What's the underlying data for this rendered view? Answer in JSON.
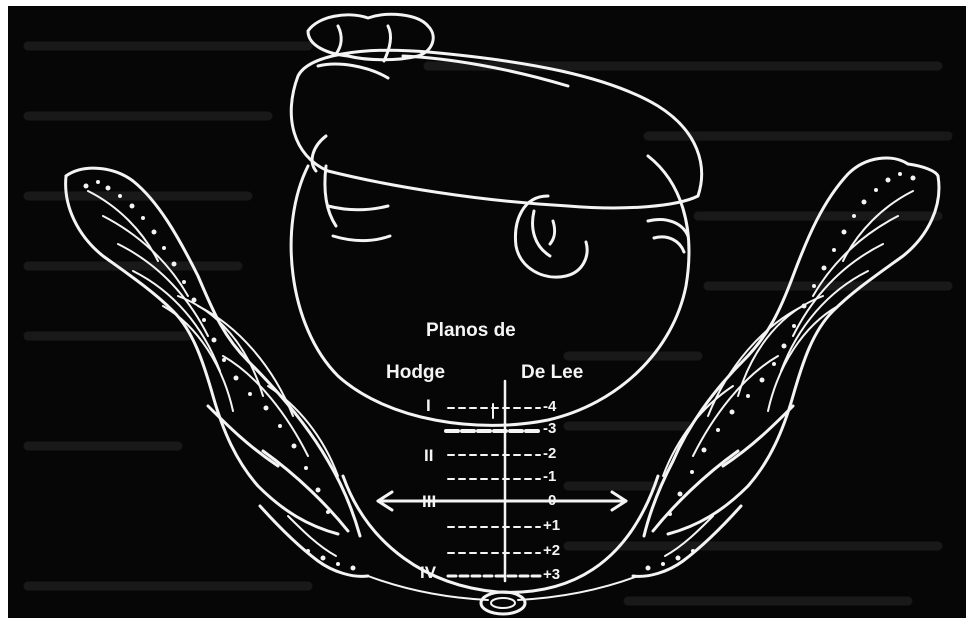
{
  "labels": {
    "title": "Planos de",
    "hodge": "Hodge",
    "delee": "De Lee"
  },
  "hodge_planes": [
    "I",
    "II",
    "III",
    "IV"
  ],
  "delee_stations": [
    "-4",
    "-3",
    "-2",
    "-1",
    "0",
    "+1",
    "+2",
    "+3"
  ],
  "colors": {
    "background": "#060606",
    "line": "#f4f4f4",
    "bg_text": "#1c1c1c"
  }
}
